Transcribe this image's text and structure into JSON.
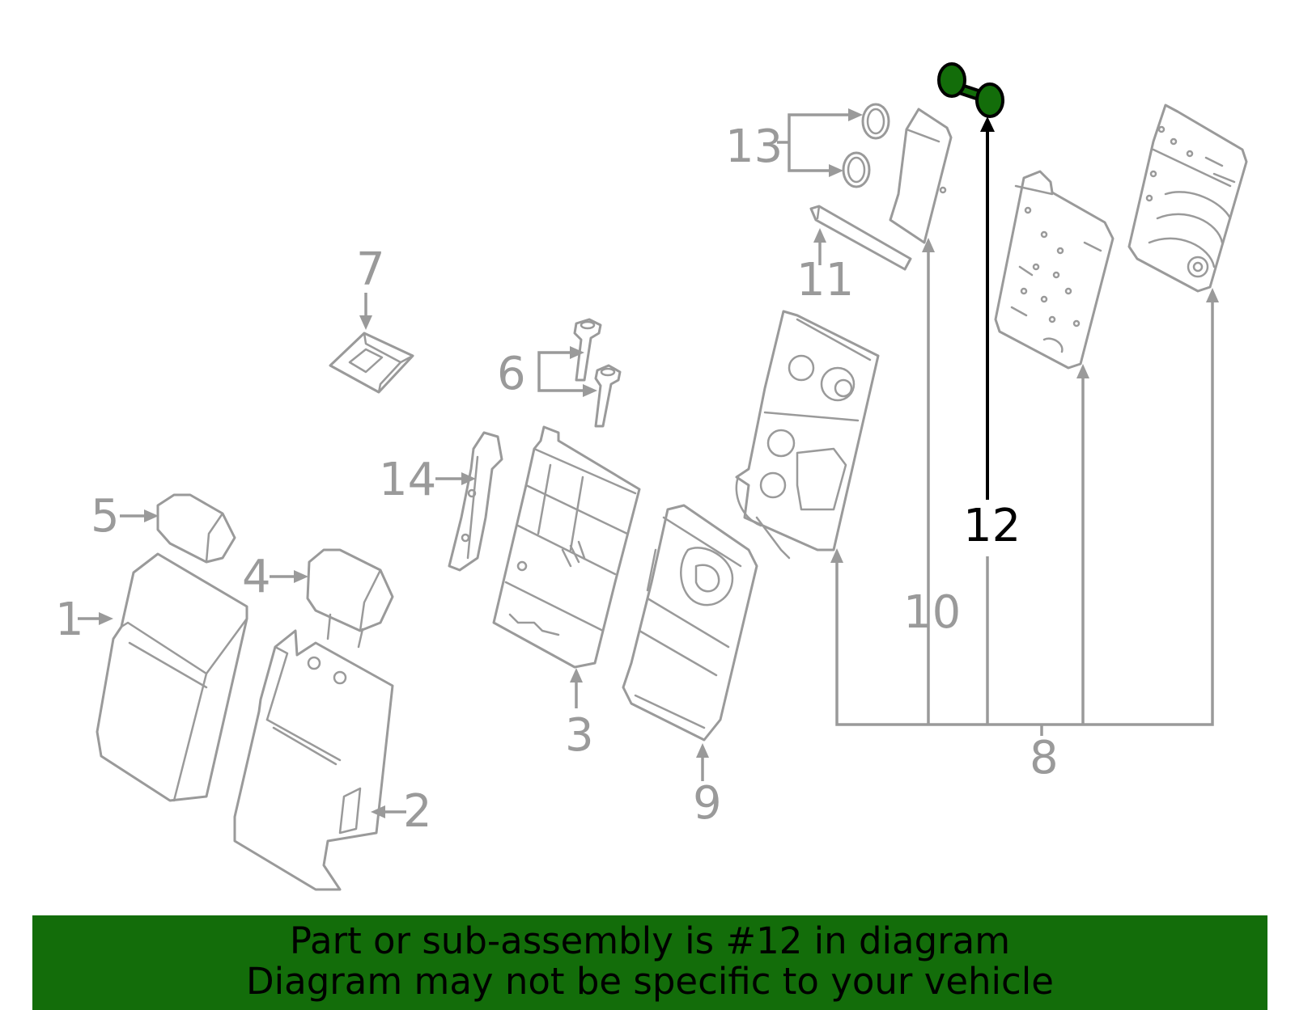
{
  "diagram": {
    "highlighted_part": "12",
    "callouts": [
      "1",
      "2",
      "3",
      "4",
      "5",
      "6",
      "7",
      "8",
      "9",
      "10",
      "11",
      "12",
      "13",
      "14"
    ],
    "colors": {
      "line": "#9a9a9a",
      "highlight": "#136d0a",
      "highlight_text": "#000000"
    }
  },
  "banner": {
    "line1": "Part or sub-assembly is #12 in diagram",
    "line2": "Diagram may not be specific to your vehicle"
  }
}
